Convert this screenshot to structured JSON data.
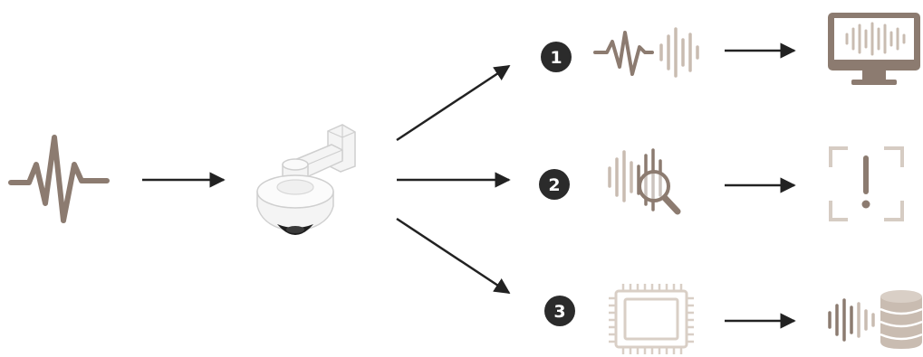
{
  "colors": {
    "background": "#ffffff",
    "waveform_dark": "#8c7b70",
    "waveform_light": "#c9bcb1",
    "arrow": "#222222",
    "badge_fill": "#2b2b2b",
    "badge_text": "#ffffff",
    "monitor": "#8c7b70",
    "alert_frame": "#d6ccc3",
    "chip": "#d9cfc6",
    "database": "#c9bcb1",
    "camera_body": "#f4f4f4",
    "camera_outline": "#cfcfcf",
    "camera_lens": "#1e1e1e"
  },
  "icons": {
    "source": "audio-waveform-icon",
    "camera": "dome-camera-icon",
    "route1_audio": "waveform-icon",
    "route1_output": "monitor-icon",
    "route2_audio": "audio-analysis-icon",
    "route2_output": "alert-icon",
    "route3_audio": "processor-chip-icon",
    "route3_output": "audio-storage-icon"
  },
  "routes": [
    {
      "badge": "1"
    },
    {
      "badge": "2"
    },
    {
      "badge": "3"
    }
  ]
}
